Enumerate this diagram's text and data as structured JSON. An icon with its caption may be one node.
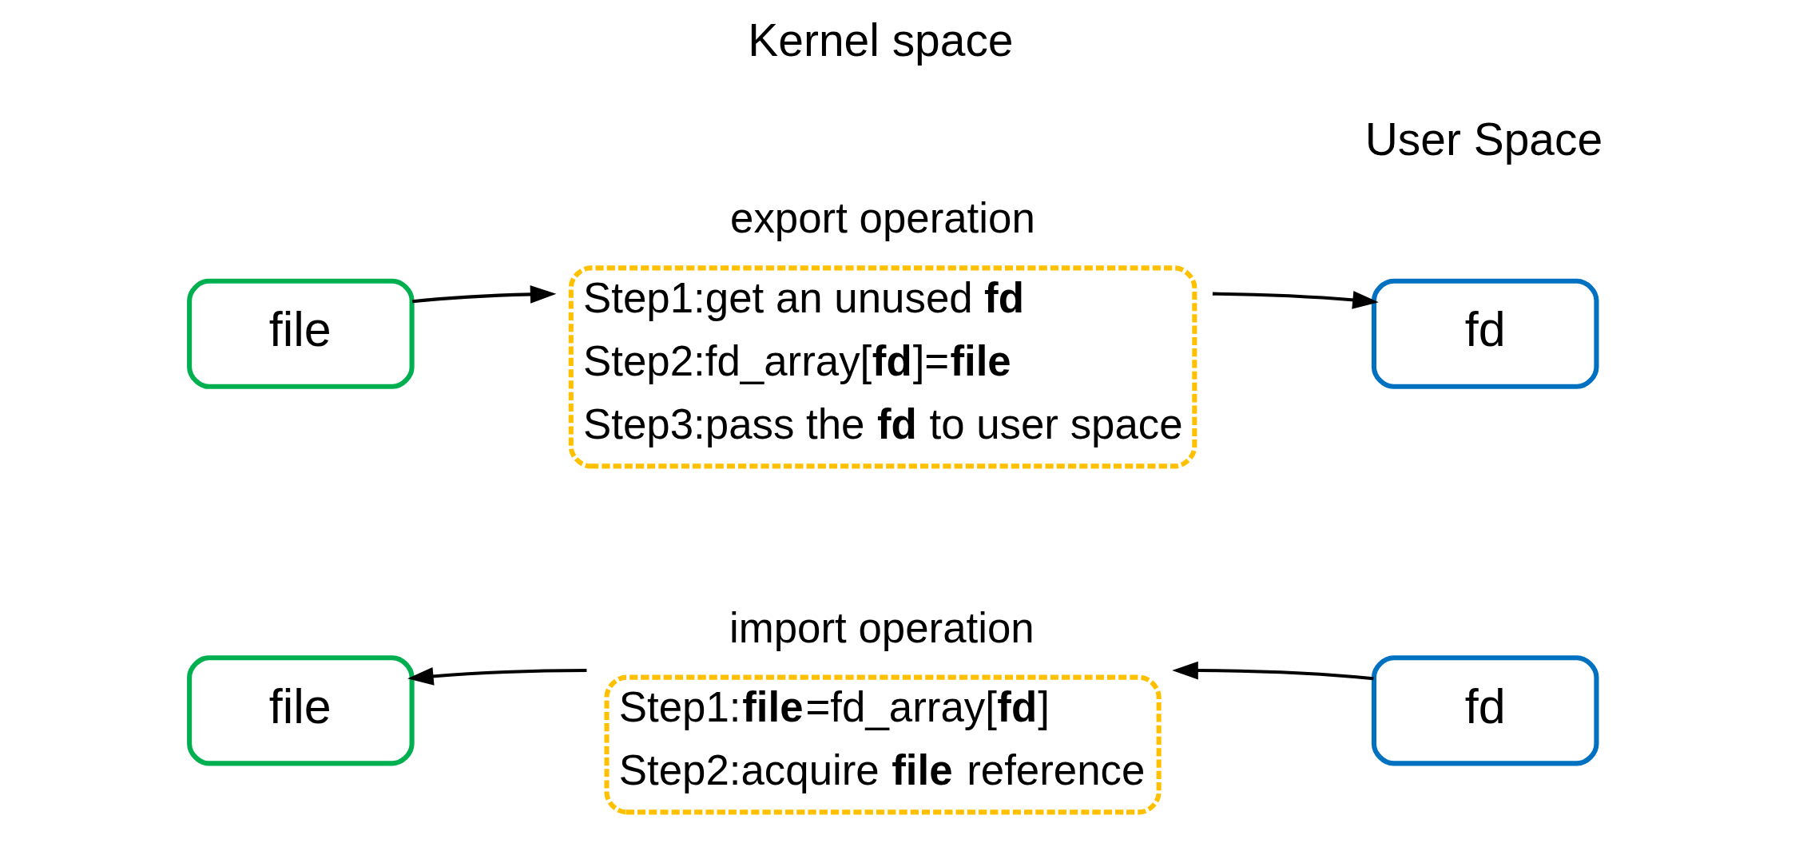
{
  "diagram": {
    "nodes": [
      {
        "text": [
          "file"
        ]
      },
      {
        "text": [
          "export operation",
          "Step1:get an unused **fd**",
          "Step2:fd_array[**fd**]=**file**",
          "Step3:pass the **fd** to user space"
        ]
      },
      {
        "text": [
          "fd"
        ]
      },
      {
        "text": [
          "file"
        ]
      },
      {
        "text": [
          "import operation",
          "Step1:**file**=fd_array[**fd**]",
          "Step2:acquire **file** reference"
        ]
      },
      {
        "text": [
          "fd"
        ]
      }
    ],
    "edges": [
      {
        "from": 0,
        "to": 1,
        "arrow": "to"
      },
      {
        "from": 1,
        "to": 2,
        "arrow": "to"
      },
      {
        "from": 5,
        "to": 4,
        "arrow": "to"
      },
      {
        "from": 4,
        "to": 3,
        "arrow": "to"
      }
    ],
    "labels": [
      "Kernel space",
      "User Space"
    ]
  }
}
